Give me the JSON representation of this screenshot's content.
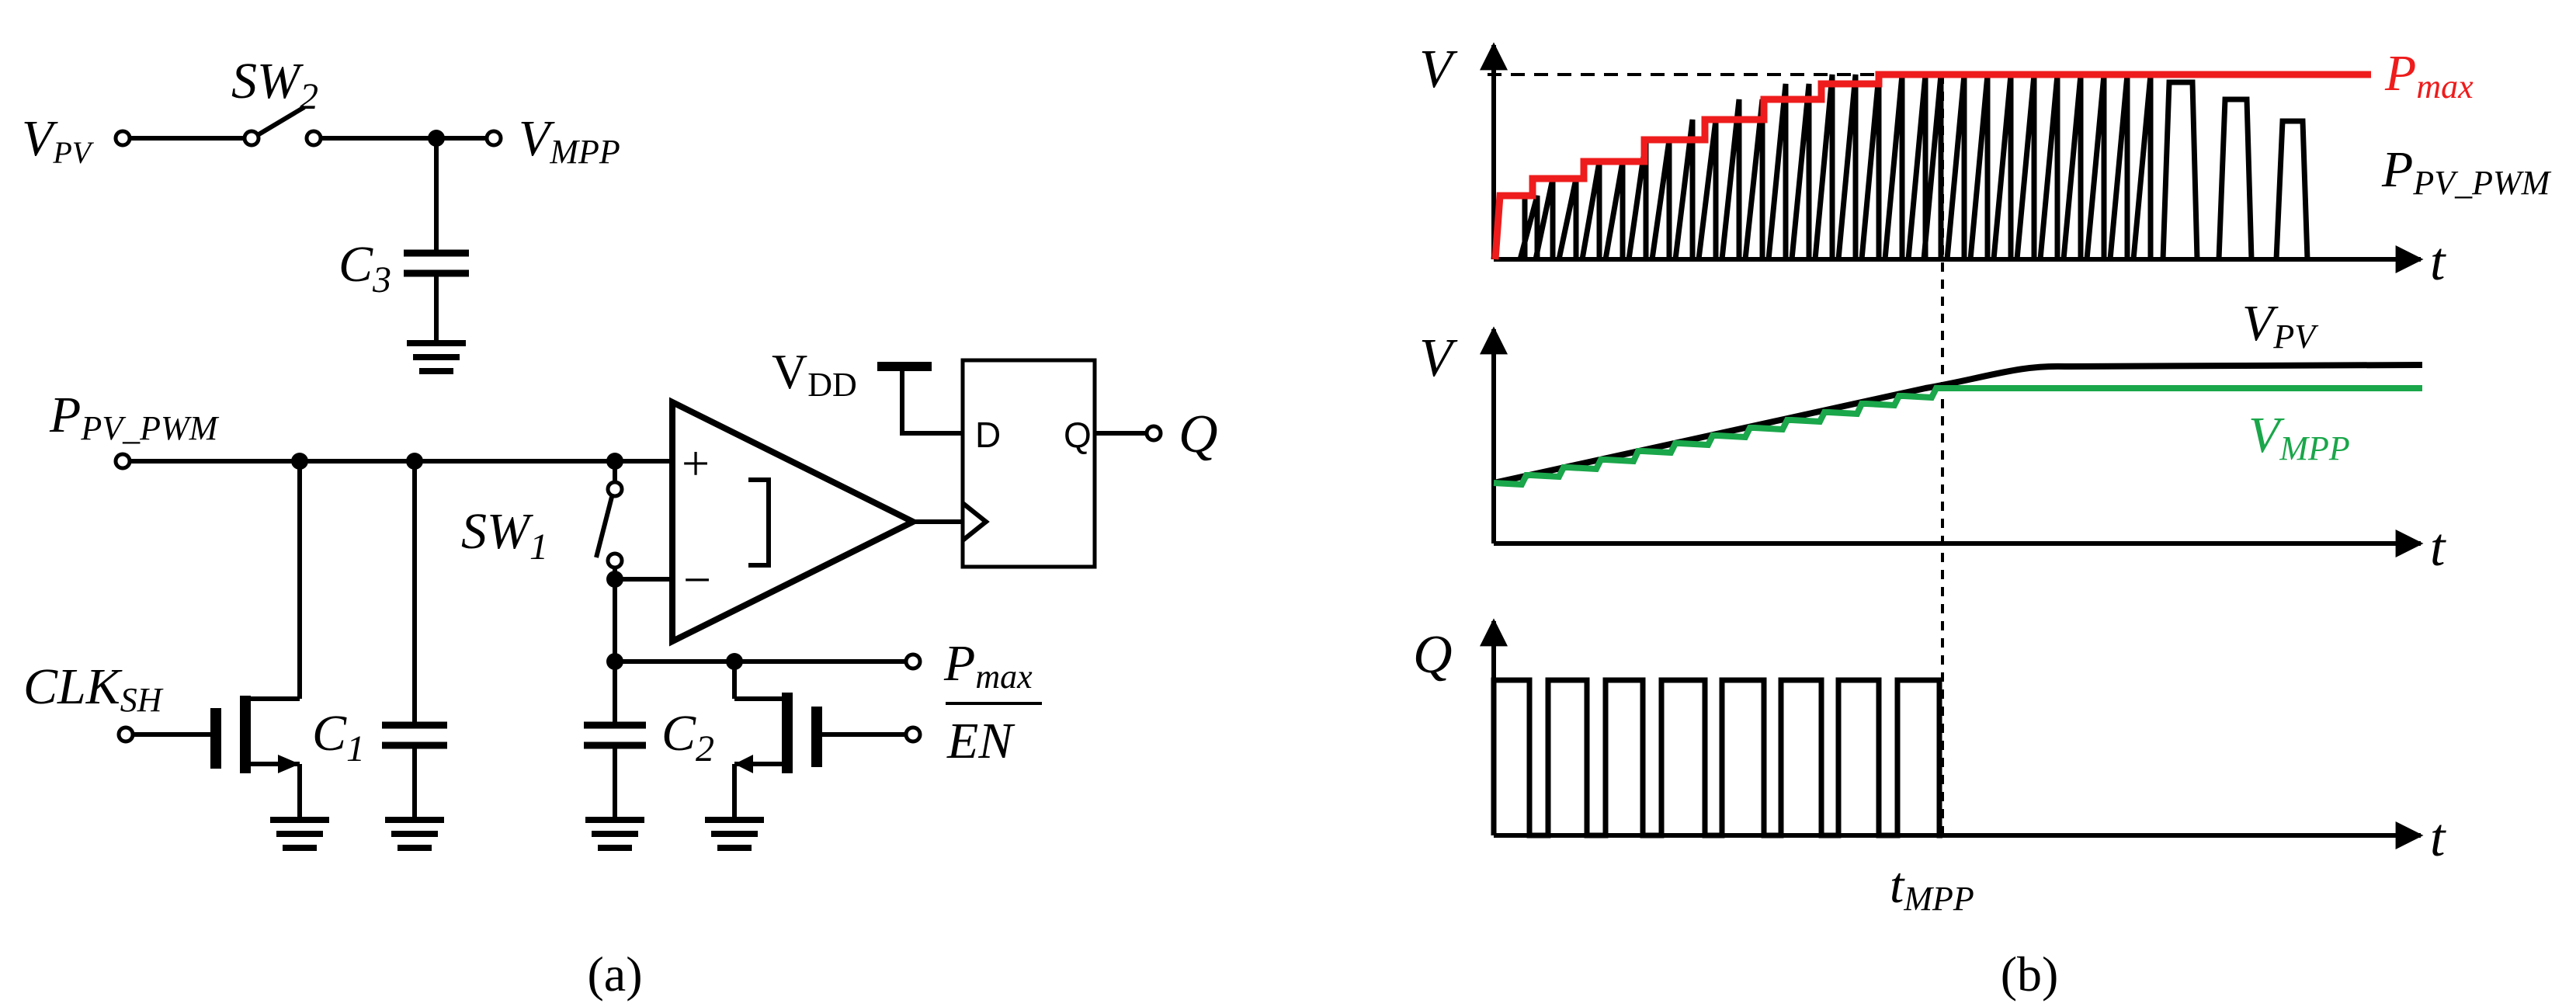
{
  "panel_a": {
    "caption": "(a)",
    "labels": {
      "vpv_main": "V",
      "vpv_sub": "PV",
      "sw2_main": "SW",
      "sw2_sub": "2",
      "vmpp_main": "V",
      "vmpp_sub": "MPP",
      "c3_main": "C",
      "c3_sub": "3",
      "ppvpwm_main": "P",
      "ppvpwm_sub": "PV_PWM",
      "vdd_main": "V",
      "vdd_sub": "DD",
      "ff_d": "D",
      "ff_q": "Q",
      "q_out": "Q",
      "comp_plus": "+",
      "comp_minus": "−",
      "sw1_main": "SW",
      "sw1_sub": "1",
      "clksh_main": "CLK",
      "clksh_sub": "SH",
      "c1_main": "C",
      "c1_sub": "1",
      "c2_main": "C",
      "c2_sub": "2",
      "pmax_main": "P",
      "pmax_sub": "max",
      "en": "EN"
    }
  },
  "panel_b": {
    "caption": "(b)",
    "labels": {
      "v_axis_1": "V",
      "t_axis_1": "t",
      "pmax_main": "P",
      "pmax_sub": "max",
      "ppvpwm_main": "P",
      "ppvpwm_sub": "PV_PWM",
      "v_axis_2": "V",
      "t_axis_2": "t",
      "vpv_main": "V",
      "vpv_sub": "PV",
      "vmpp_main": "V",
      "vmpp_sub": "MPP",
      "q_axis": "Q",
      "t_axis_3": "t",
      "tmpp_main": "t",
      "tmpp_sub": "MPP"
    },
    "colors": {
      "pmax": "#ee1c1c",
      "vmpp": "#1aa64a",
      "trace": "#000000"
    }
  }
}
